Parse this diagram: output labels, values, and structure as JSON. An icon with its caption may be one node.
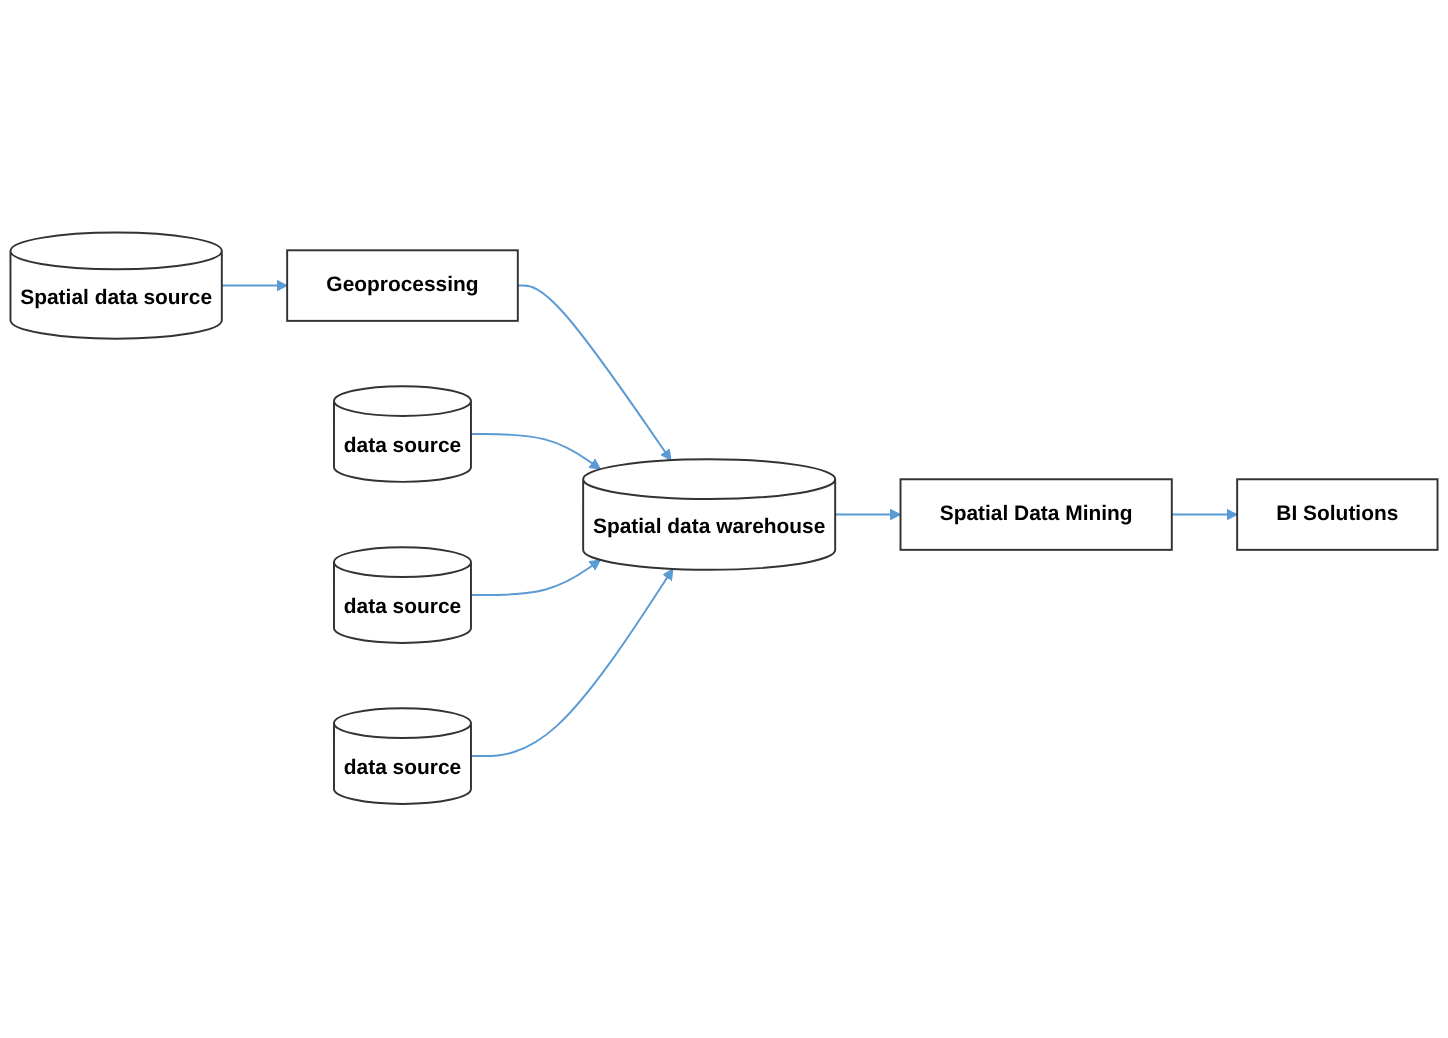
{
  "diagram": {
    "nodes": [
      {
        "text": [
          "Spatial data source"
        ]
      },
      {
        "text": [
          "Geoprocessing"
        ]
      },
      {
        "text": [
          "data source"
        ]
      },
      {
        "text": [
          "data source"
        ]
      },
      {
        "text": [
          "data source"
        ]
      },
      {
        "text": [
          "Spatial data warehouse"
        ]
      },
      {
        "text": [
          "Spatial Data Mining"
        ]
      },
      {
        "text": [
          "BI Solutions"
        ]
      }
    ],
    "edges": [
      {
        "from": 0,
        "to": 1,
        "arrow": "to"
      },
      {
        "from": 1,
        "to": 5,
        "arrow": "to"
      },
      {
        "from": 2,
        "to": 5,
        "arrow": "to"
      },
      {
        "from": 3,
        "to": 5,
        "arrow": "to"
      },
      {
        "from": 4,
        "to": 5,
        "arrow": "to"
      },
      {
        "from": 5,
        "to": 6,
        "arrow": "to"
      },
      {
        "from": 6,
        "to": 7,
        "arrow": "to"
      }
    ]
  }
}
